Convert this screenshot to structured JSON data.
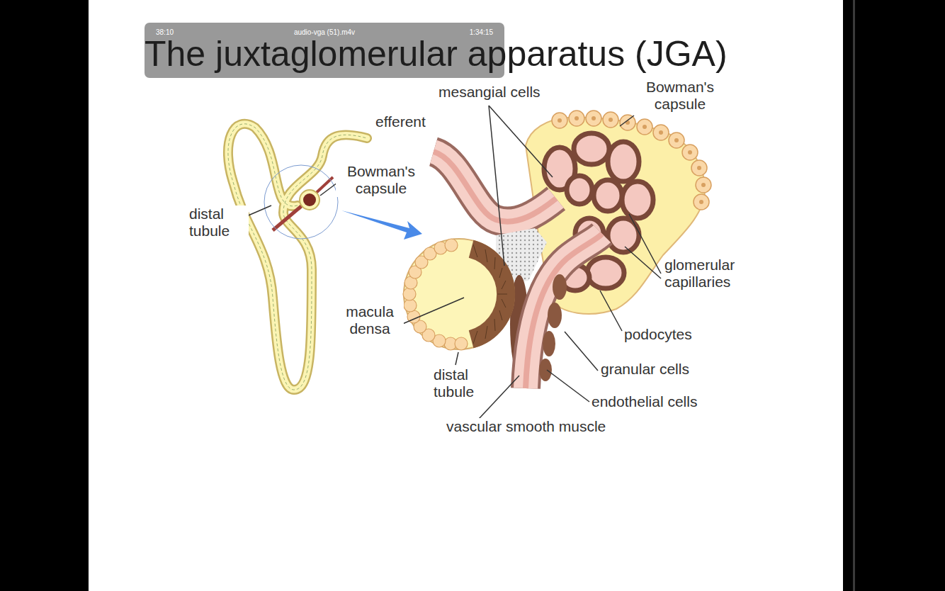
{
  "diagram": {
    "title": "The juxtaglomerular apparatus (JGA)",
    "nodes": [
      {
        "text": [
          "38:10",
          "audio-vga (51).m4v",
          "1:34:15"
        ]
      }
    ],
    "labels": [
      "mesangial cells",
      "Bowman's capsule",
      "efferent",
      "Bowman's capsule",
      "distal tubule",
      "glomerular capillaries",
      "macula densa",
      "podocytes",
      "granular cells",
      "distal tubule",
      "endothelial cells",
      "vascular smooth muscle"
    ]
  }
}
